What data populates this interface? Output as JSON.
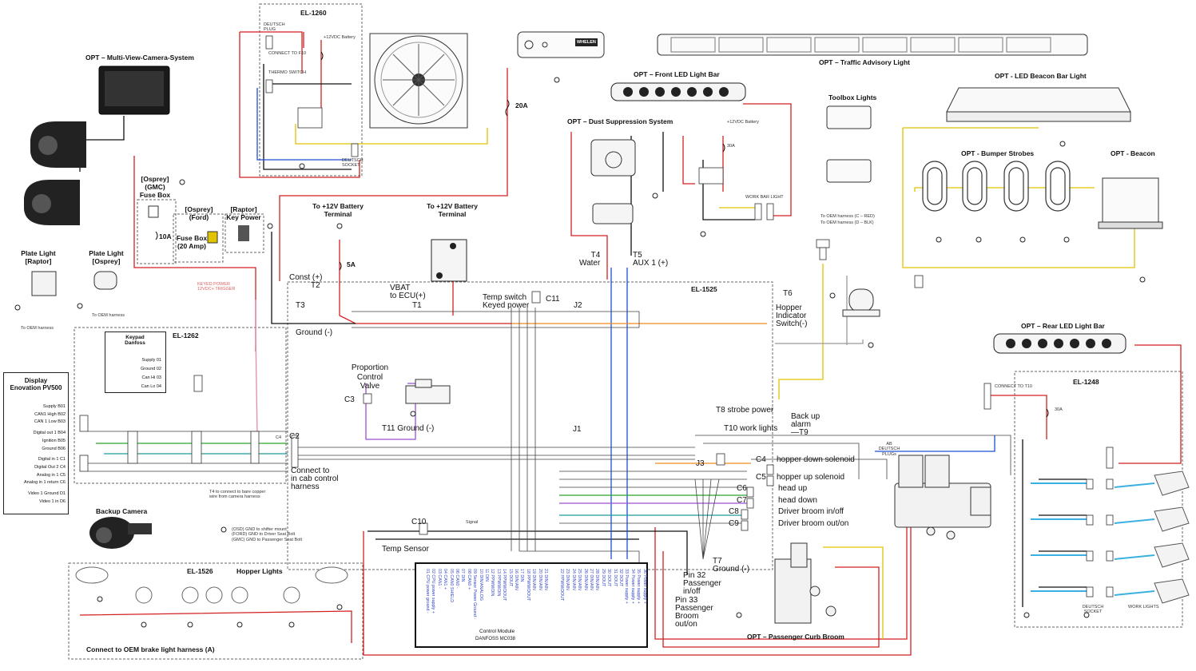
{
  "components": {
    "multi_view_camera": "OPT – Multi-View-Camera-System",
    "el1260": "EL-1260",
    "el1260_deutsch_plug": "DEUTSCH PLUG",
    "el1260_connect_f10": "CONNECT TO F10",
    "el1260_thermo_switch": "THERMO SWITCH",
    "el1260_battery": "+12VDC Battery",
    "el1260_deutsch_socket": "DEUTSCH SOCKET",
    "traffic_advisory": "OPT – Traffic Advisory Light",
    "whelen_brand": "WHELEN",
    "front_led": "OPT – Front LED Light Bar",
    "led_beacon_bar": "OPT - LED Beacon Bar Light",
    "toolbox_lights": "Toolbox Lights",
    "toolbox_to_oem_c": "To OEM harness (C – RED)",
    "toolbox_to_oem_d": "To OEM harness (D – BLK)",
    "bumper_strobes": "OPT - Bumper Strobes",
    "beacon": "OPT - Beacon",
    "dust_suppression": "OPT – Dust Suppression System",
    "dust_battery": "+12VDC Battery",
    "work_bar_light": "WORK BAR LIGHT",
    "fuse_20a_top": "20A",
    "fuse_30a_dust": "30A",
    "osprey_gmc": "[Osprey]\n(GMC)\nFuse Box",
    "fuse_10a": "10A",
    "osprey_ford": "[Osprey]\n(Ford)",
    "fuse_box_20": "Fuse Box\n(20 Amp)",
    "raptor_key": "[Raptor]\nKey Power",
    "keyed_power": "KEYED POWER\n12VDC+ TRIGGER",
    "plate_raptor": "Plate Light\n[Raptor]",
    "plate_osprey": "Plate Light\n[Osprey]",
    "to_oem_harness": "To OEM harness",
    "to_oem_harness2": "To OEM harness",
    "batt1": "To +12V Battery\nTerminal",
    "batt2": "To +12V Battery\nTerminal",
    "fuse_5a": "5A",
    "el1525": "EL-1525",
    "el1262": "EL-1262",
    "el1248": "EL-1248",
    "el1526": "EL-1526",
    "hopper_lights": "Hopper Lights",
    "backup_camera": "Backup Camera",
    "connect_brake": "Connect to OEM brake light harness (A)",
    "control_module": "Control Module",
    "control_module_model": "DANFOSS MC038",
    "passenger_curb_broom": "OPT – Passenger Curb Broom",
    "rear_led": "OPT – Rear LED Light Bar",
    "connect_t10": "CONNECT TO T10",
    "deutsch_plugs": "AB\nDEUTSCH\nPLUGs",
    "work_lights": "WORK LIGHTS",
    "deutsch_socket_r": "DEUTSCH\nSOCKET",
    "fuse_30a_r": "30A",
    "t4_bare": "T4 to connect to bare copper\nwire from camera harness",
    "backup_notes": "(OSD) GND to shifter mount\n(FORD) GND to Driver Seat Bolt\n(GMC) GND to Passenger Seat Bolt",
    "prop_valve": "Proportion\nControl\nValve",
    "temp_sensor": "Temp Sensor",
    "signal": "Signal",
    "connect_cab": "Connect to\nin cab control\nharness"
  },
  "display": {
    "title": "Display\nEnovation PV500",
    "pins": [
      {
        "label": "Supply",
        "pin": "B01"
      },
      {
        "label": "CAN1 High",
        "pin": "B02"
      },
      {
        "label": "CAN 1 Low",
        "pin": "B03"
      },
      {
        "label": "Digital out 1",
        "pin": "B04"
      },
      {
        "label": "Ignition",
        "pin": "B05"
      },
      {
        "label": "Ground",
        "pin": "B06"
      },
      {
        "label": "Digital in 1",
        "pin": "C1"
      },
      {
        "label": "Digital Out 2",
        "pin": "C4"
      },
      {
        "label": "Analog in 1",
        "pin": "C5"
      },
      {
        "label": "Analog in 1 return",
        "pin": "C6"
      },
      {
        "label": "Video 1 Ground",
        "pin": "D1"
      },
      {
        "label": "Video 1 in",
        "pin": "D6"
      }
    ]
  },
  "keypad": {
    "title": "Keypad\nDanfoss",
    "pins": [
      {
        "label": "Supply",
        "pin": "01"
      },
      {
        "label": "Ground",
        "pin": "02"
      },
      {
        "label": "Can Hi",
        "pin": "03"
      },
      {
        "label": "Can Lo",
        "pin": "04"
      }
    ]
  },
  "connectors": {
    "const": "Const (+)",
    "t2": "T2",
    "t3": "T3",
    "ground": "Ground (-)",
    "vbat": "VBAT\nto ECU(+)",
    "t1": "T1",
    "temp_switch": "Temp switch\nKeyed power",
    "c11": "C11",
    "j2": "J2",
    "t4_water": "T4\nWater",
    "t5_aux": "T5\nAUX 1 (+)",
    "t6": "T6",
    "hopper_indicator": "Hopper\nIndicator\nSwitch(-)",
    "c3": "C3",
    "t11": "T11 Ground (-)",
    "c2": "C2",
    "c4_left": "C4",
    "j1": "J1",
    "t8": "T8 strobe power",
    "t10": "T10  work lights",
    "t9": "Back up\nalarm\n—T9",
    "j3": "J3",
    "c10": "C10",
    "t7": "T7\nGround (-)",
    "pin32": "Pin 32\nPassenger\nin/off",
    "pin33": "Pin 33\nPassenger\nBroom\nout/on"
  },
  "solenoids": [
    {
      "c": "C4",
      "label": "hopper down solenoid"
    },
    {
      "c": "C5",
      "label": "hopper up solenoid"
    },
    {
      "c": "C6",
      "label": "head up"
    },
    {
      "c": "C7",
      "label": "head down"
    },
    {
      "c": "C8",
      "label": "Driver broom in/off"
    },
    {
      "c": "C9",
      "label": "Driver broom out/on"
    }
  ],
  "module_pins_left": [
    "01 CPU power ground -",
    "02 CPU power supply +",
    "03 CAN1 -",
    "04 CAN1 +",
    "05 CAN0 SHIELD",
    "06 CAN0 -",
    "07 DIN",
    "08 CAN0 +",
    "09 Sensor Power Ground -",
    "10 DIN/ANALOG",
    "11 DIN",
    "12 PPWM/DIN",
    "13 PPWM/DIN",
    "14 PPWM/DOUT",
    "15 DOUT",
    "16 DIN/AIN",
    "17 DIN",
    "18 PPWM/DOUT",
    "19 DIN/AIN",
    "20 DIN/AIN",
    "21 DIN/AIN"
  ],
  "module_pins_right": [
    "22 PPWM/DOUT",
    "23 DIN/AIN",
    "24 DIN/AIN",
    "25 DIN/AIN",
    "26 DIN/AIN",
    "27 DIN/AIN",
    "28 DIN/AIN",
    "29 DOUT",
    "30 DOUT",
    "31 DOUT",
    "32 DOUT",
    "33 Power supply +",
    "34 Power supply +",
    "35 Power supply +",
    "36 Power supply +"
  ],
  "colors": {
    "red": "#d42020",
    "black": "#111111",
    "blue": "#1a4fd6",
    "yellow": "#e0c400",
    "green": "#2aa52a",
    "orange": "#f08a1c",
    "purple": "#9b4fd0",
    "lightblue": "#3ab0e0",
    "teal": "#1e9a9a",
    "pink": "#e88aa8",
    "gray": "#9a9a9a",
    "module_text": "#2d3fc0"
  }
}
